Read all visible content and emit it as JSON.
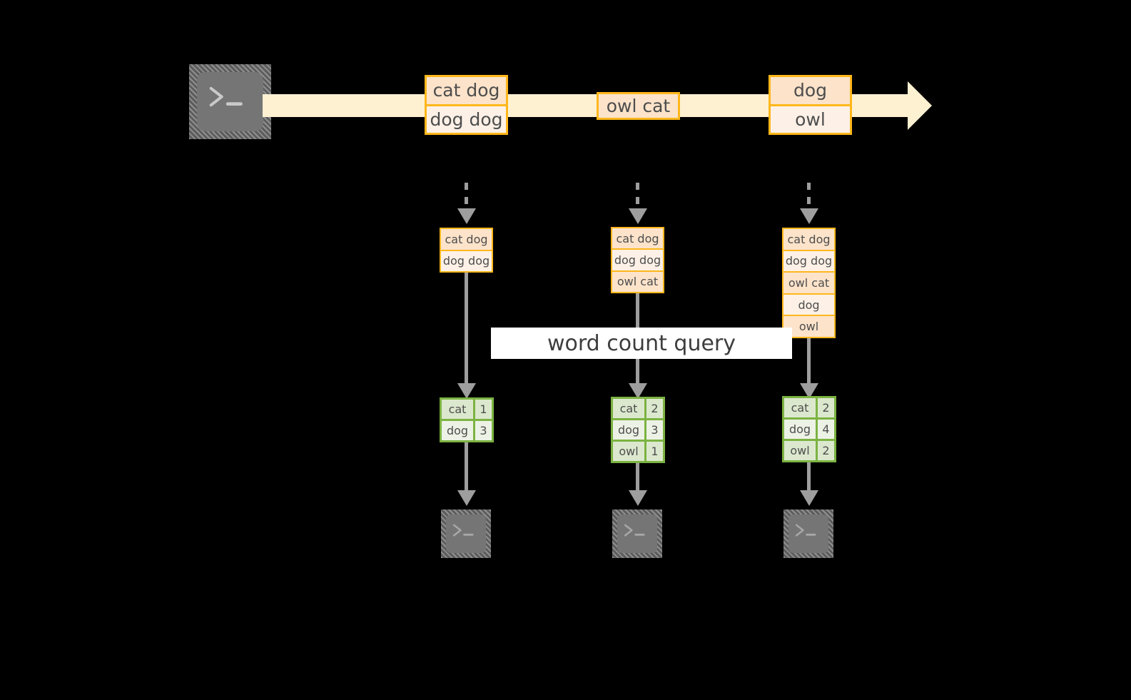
{
  "diagram": {
    "title_banner": "word count query",
    "colors": {
      "background": "#000000",
      "stream_fill": "#fdf1d2",
      "record_border": "#ffb71b",
      "record_fill_dark": "#fce3ca",
      "record_fill_light": "#fdf1e7",
      "result_border": "#7cb342",
      "result_fill_dark": "#dce8ce",
      "result_fill_light": "#edf2e6",
      "connector": "#9e9e9e",
      "terminal_fill": "#757575",
      "banner_fill": "#ffffff",
      "text": "#4d4d4d"
    },
    "source": {
      "icon": "terminal-icon",
      "glyph": ">_"
    },
    "stream": {
      "name": "event-stream-arrow",
      "groups": [
        {
          "rows": [
            {
              "text": "cat dog",
              "shade": "dark"
            },
            {
              "text": "dog dog",
              "shade": "light"
            }
          ]
        },
        {
          "rows": [
            {
              "text": "owl cat",
              "shade": "dark"
            }
          ]
        },
        {
          "rows": [
            {
              "text": "dog",
              "shade": "dark"
            },
            {
              "text": "owl",
              "shade": "light"
            }
          ]
        }
      ]
    },
    "snapshots": [
      {
        "name": "snapshot-1",
        "rows": [
          {
            "text": "cat dog",
            "shade": "dark"
          },
          {
            "text": "dog dog",
            "shade": "light"
          }
        ]
      },
      {
        "name": "snapshot-2",
        "rows": [
          {
            "text": "cat dog",
            "shade": "dark"
          },
          {
            "text": "dog dog",
            "shade": "light"
          },
          {
            "text": "owl cat",
            "shade": "dark"
          }
        ]
      },
      {
        "name": "snapshot-3",
        "rows": [
          {
            "text": "cat dog",
            "shade": "dark"
          },
          {
            "text": "dog dog",
            "shade": "light"
          },
          {
            "text": "owl cat",
            "shade": "dark"
          },
          {
            "text": "dog",
            "shade": "light"
          },
          {
            "text": "owl",
            "shade": "dark"
          }
        ]
      }
    ],
    "results": [
      {
        "name": "word-count-result-1",
        "rows": [
          {
            "key": "cat",
            "value": "1",
            "shade": "dark"
          },
          {
            "key": "dog",
            "value": "3",
            "shade": "light"
          }
        ]
      },
      {
        "name": "word-count-result-2",
        "rows": [
          {
            "key": "cat",
            "value": "2",
            "shade": "dark"
          },
          {
            "key": "dog",
            "value": "3",
            "shade": "light"
          },
          {
            "key": "owl",
            "value": "1",
            "shade": "dark"
          }
        ]
      },
      {
        "name": "word-count-result-3",
        "rows": [
          {
            "key": "cat",
            "value": "2",
            "shade": "dark"
          },
          {
            "key": "dog",
            "value": "4",
            "shade": "light"
          },
          {
            "key": "owl",
            "value": "2",
            "shade": "dark"
          }
        ]
      }
    ],
    "sinks": [
      {
        "name": "sink-terminal-1",
        "glyph": ">_"
      },
      {
        "name": "sink-terminal-2",
        "glyph": ">_"
      },
      {
        "name": "sink-terminal-3",
        "glyph": ">_"
      }
    ]
  }
}
